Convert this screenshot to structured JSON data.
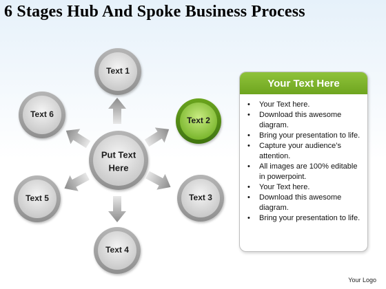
{
  "title": "6 Stages Hub And Spoke Business Process",
  "hub": {
    "line1": "Put Text",
    "line2": "Here"
  },
  "nodes": [
    {
      "label": "Text 1",
      "highlight": false
    },
    {
      "label": "Text 2",
      "highlight": true
    },
    {
      "label": "Text 3",
      "highlight": false
    },
    {
      "label": "Text 4",
      "highlight": false
    },
    {
      "label": "Text 5",
      "highlight": false
    },
    {
      "label": "Text 6",
      "highlight": false
    }
  ],
  "panel": {
    "header": "Your Text Here",
    "items": [
      "Your Text here.",
      "Download this awesome diagram.",
      "Bring your presentation to life.",
      "Capture your audience’s attention.",
      "All images are 100% editable in powerpoint.",
      "Your Text here.",
      "Download this awesome diagram.",
      "Bring your presentation to life."
    ]
  },
  "footer": {
    "logo": "Your Logo"
  },
  "colors": {
    "accent": "#7ab52b",
    "node_gray": "#d9d9d9"
  }
}
